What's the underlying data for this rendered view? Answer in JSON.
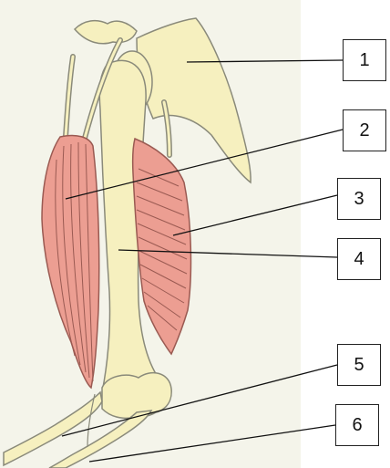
{
  "labels": [
    "1",
    "2",
    "3",
    "4",
    "5",
    "6"
  ],
  "colors": {
    "bone": "#f6f0bf",
    "bone_stroke": "#8a8a7a",
    "muscle": "#ec9e92",
    "muscle_line": "#9a5a52",
    "background_wash": "#f3f3e6",
    "leader": "#111111"
  }
}
